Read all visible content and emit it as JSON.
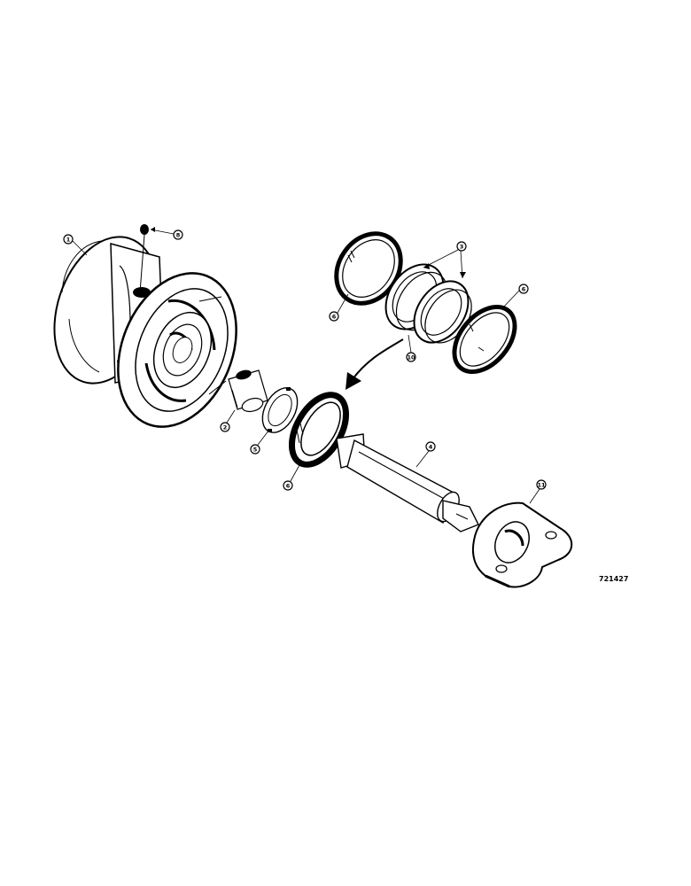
{
  "drawing": {
    "reference_number": "721427",
    "callouts": [
      {
        "id": "c1",
        "number": "1"
      },
      {
        "id": "c2",
        "number": "2"
      },
      {
        "id": "c3",
        "number": "3"
      },
      {
        "id": "c4",
        "number": "4"
      },
      {
        "id": "c5",
        "number": "5"
      },
      {
        "id": "c6a",
        "number": "6"
      },
      {
        "id": "c6b",
        "number": "6"
      },
      {
        "id": "c6c",
        "number": "6"
      },
      {
        "id": "c8",
        "number": "8"
      },
      {
        "id": "c10",
        "number": "10"
      },
      {
        "id": "c11",
        "number": "11"
      }
    ]
  },
  "parts": [
    {
      "name": "roller-shell-part",
      "callout": "1"
    },
    {
      "name": "bushing-part",
      "callout": "2"
    },
    {
      "name": "seal-group-part",
      "callout": "3"
    },
    {
      "name": "roller-shaft-part",
      "callout": "4"
    },
    {
      "name": "thrust-washer-part",
      "callout": "5"
    },
    {
      "name": "seal-ring-part",
      "callout": "6"
    },
    {
      "name": "plug-part",
      "callout": "8"
    },
    {
      "name": "seal-assembly-part",
      "callout": "10"
    },
    {
      "name": "end-collar-part",
      "callout": "11"
    }
  ]
}
